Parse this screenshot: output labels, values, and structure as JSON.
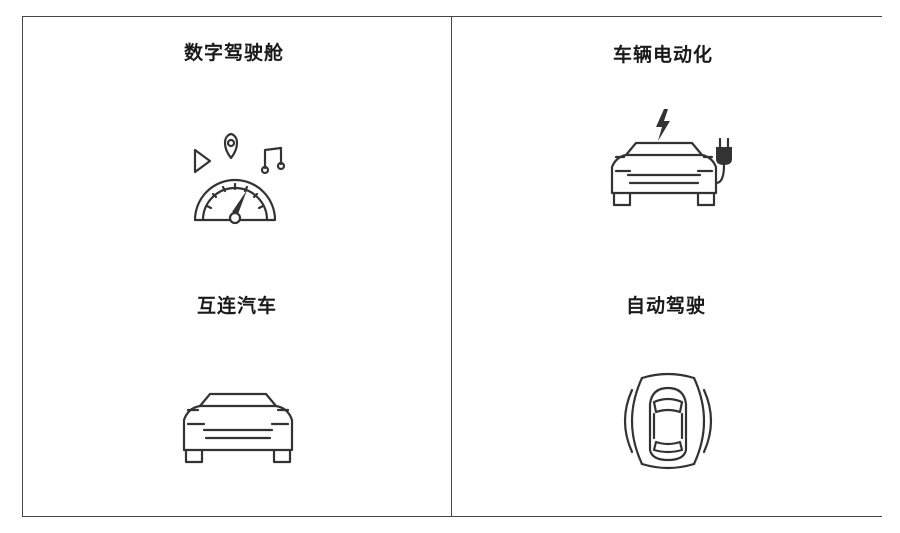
{
  "cells": [
    {
      "label": "数字驾驶舱",
      "icon": "dashboard-gauge-icon"
    },
    {
      "label": "车辆电动化",
      "icon": "electric-car-icon"
    },
    {
      "label": "互连汽车",
      "icon": "car-front-icon"
    },
    {
      "label": "自动驾驶",
      "icon": "autonomous-car-icon"
    }
  ],
  "colors": {
    "line": "#333333",
    "border": "#444444",
    "background": "#ffffff"
  }
}
